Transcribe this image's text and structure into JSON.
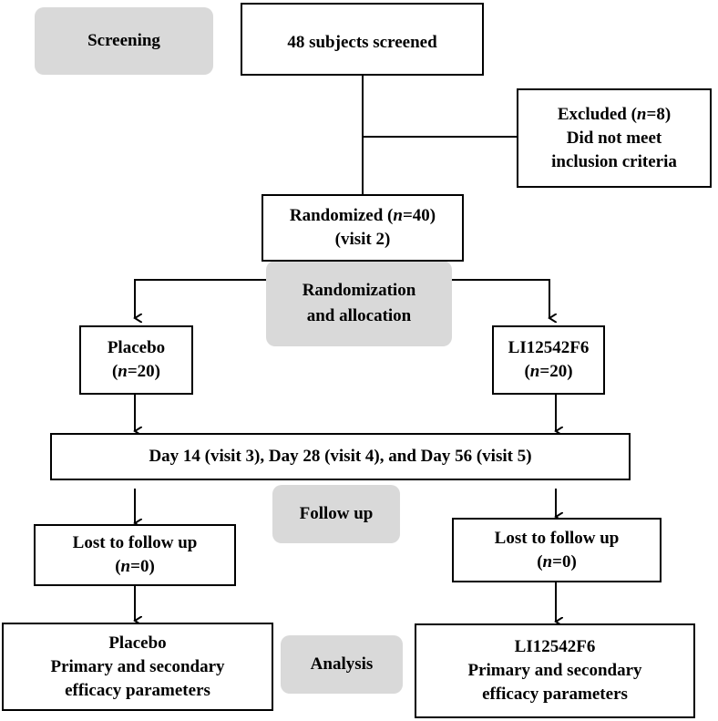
{
  "stages": {
    "screening": "Screening",
    "randomization_line1": "Randomization",
    "randomization_line2": "and allocation",
    "follow_up": "Follow up",
    "analysis": "Analysis"
  },
  "boxes": {
    "screened": "48 subjects screened",
    "excluded_prefix": "Excluded (",
    "excluded_n_symbol": "n",
    "excluded_n_suffix": "=8)",
    "excluded_line2": "Did not meet",
    "excluded_line3": "inclusion criteria",
    "randomized_prefix": "Randomized (",
    "randomized_n_symbol": "n",
    "randomized_n_suffix": "=40)",
    "randomized_line2": "(visit 2)",
    "placebo_label": "Placebo",
    "placebo_n_prefix": "(",
    "placebo_n_symbol": "n",
    "placebo_n_suffix": "=20)",
    "li_label": "LI12542F6",
    "li_n_prefix": "(",
    "li_n_symbol": "n",
    "li_n_suffix": "=20)",
    "visits": "Day 14 (visit 3), Day 28 (visit 4), and Day 56 (visit 5)",
    "lost_left_line1": "Lost to follow up",
    "lost_left_prefix": "(",
    "lost_left_n_symbol": "n",
    "lost_left_suffix": "=0)",
    "lost_right_line1": "Lost to follow up",
    "lost_right_prefix": "(",
    "lost_right_n_symbol": "n",
    "lost_right_suffix": "=0)",
    "analysis_left_line1": "Placebo",
    "analysis_left_line2": "Primary and secondary",
    "analysis_left_line3": "efficacy parameters",
    "analysis_right_line1": "LI12542F6",
    "analysis_right_line2": "Primary and secondary",
    "analysis_right_line3": "efficacy parameters"
  }
}
